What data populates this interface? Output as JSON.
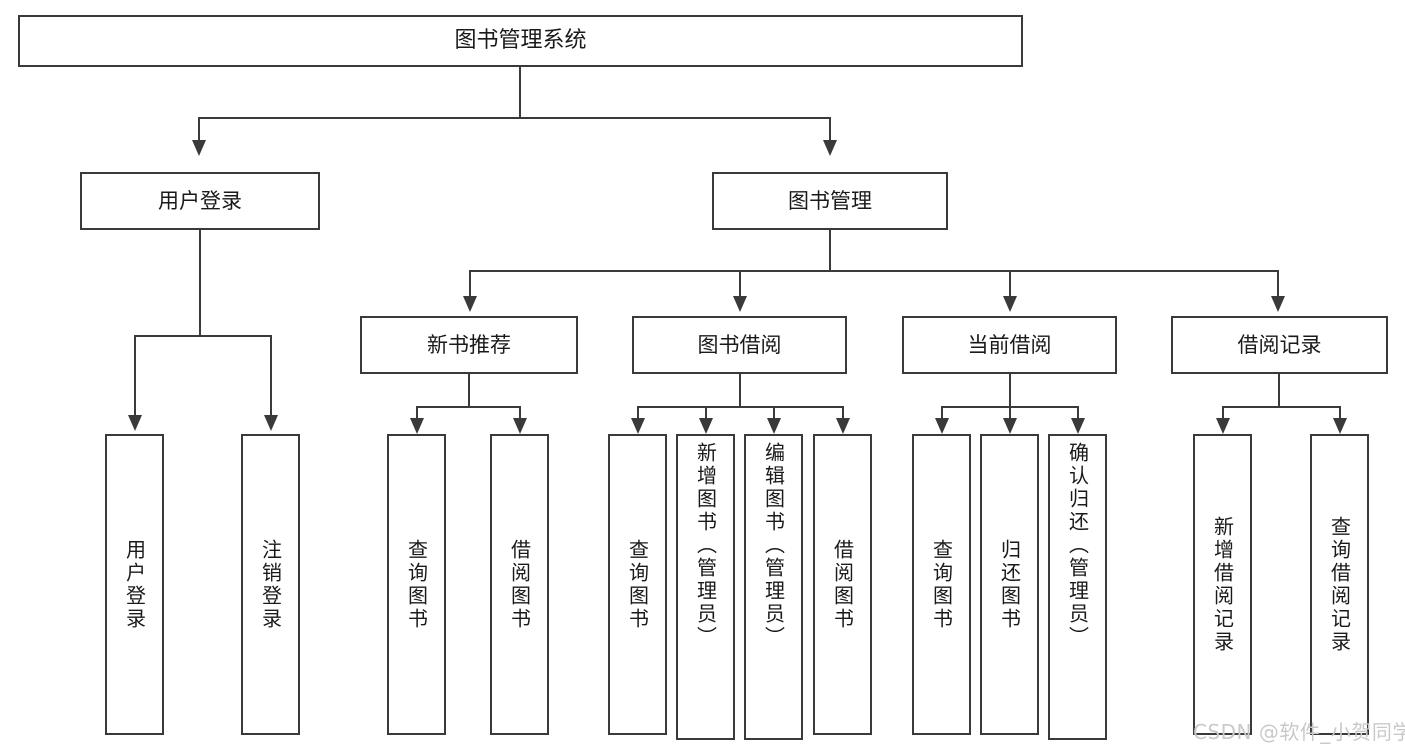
{
  "diagram": {
    "type": "tree",
    "title": "图书管理系统",
    "watermark": "CSDN @软件_小贺同学",
    "colors": {
      "stroke": "#3a3a3a",
      "fill": "#ffffff",
      "text": "#1a1a1a",
      "watermark": "#c9c9c9"
    },
    "nodes": {
      "root": {
        "label": "图书管理系统"
      },
      "level1": [
        {
          "label": "用户登录"
        },
        {
          "label": "图书管理"
        }
      ],
      "level2": [
        {
          "label": "新书推荐"
        },
        {
          "label": "图书借阅"
        },
        {
          "label": "当前借阅"
        },
        {
          "label": "借阅记录"
        }
      ],
      "leaves_user_login": [
        {
          "label": "用户登录"
        },
        {
          "label": "注销登录"
        }
      ],
      "leaves_new_book": [
        {
          "label": "查询图书"
        },
        {
          "label": "借阅图书"
        }
      ],
      "leaves_borrow": [
        {
          "label": "查询图书"
        },
        {
          "label": "新增图书（管理员）"
        },
        {
          "label": "编辑图书（管理员）"
        },
        {
          "label": "借阅图书"
        }
      ],
      "leaves_current": [
        {
          "label": "查询图书"
        },
        {
          "label": "归还图书"
        },
        {
          "label": "确认归还（管理员）"
        }
      ],
      "leaves_records": [
        {
          "label": "新增借阅记录"
        },
        {
          "label": "查询借阅记录"
        }
      ]
    }
  }
}
